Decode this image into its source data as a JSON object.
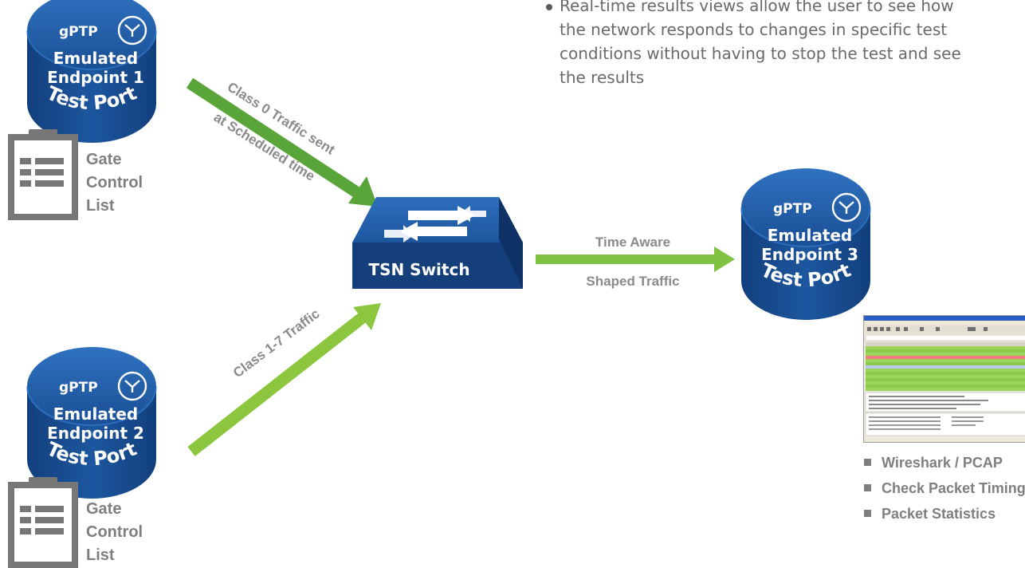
{
  "colors": {
    "cylinder_blue": "#1f5aa6",
    "arrow_dark_green": "#5aa53a",
    "arrow_light_green": "#8cc63f",
    "label_gray": "#8a8a8a",
    "text_gray": "#6a6a6a"
  },
  "endpoints": [
    {
      "gptp": "gPTP",
      "title_line1": "Emulated",
      "title_line2": "Endpoint 1",
      "port": "Test Port"
    },
    {
      "gptp": "gPTP",
      "title_line1": "Emulated",
      "title_line2": "Endpoint 2",
      "port": "Test Port"
    },
    {
      "gptp": "gPTP",
      "title_line1": "Emulated",
      "title_line2": "Endpoint 3",
      "port": "Test Port"
    }
  ],
  "switch": {
    "label": "TSN Switch"
  },
  "arrows": {
    "class0_line1": "Class 0 Traffic sent",
    "class0_line2": "at Scheduled time",
    "class17": "Class 1-7 Traffic",
    "shaped_line1": "Time Aware",
    "shaped_line2": "Shaped Traffic"
  },
  "gate_control_lists": [
    {
      "line1": "Gate",
      "line2": "Control",
      "line3": "List"
    },
    {
      "line1": "Gate",
      "line2": "Control",
      "line3": "List"
    }
  ],
  "description": {
    "line1": "Real-time results views allow the user to see how",
    "line2": "the network responds to changes in specific test",
    "line3": "conditions without having to stop the test and see",
    "line4": "the results"
  },
  "tools": [
    "Wireshark / PCAP",
    "Check Packet Timing",
    "Packet Statistics"
  ],
  "icons": [
    "clock-icon",
    "clipboard-icon",
    "switch-arrows-icon",
    "wireshark-screenshot"
  ]
}
